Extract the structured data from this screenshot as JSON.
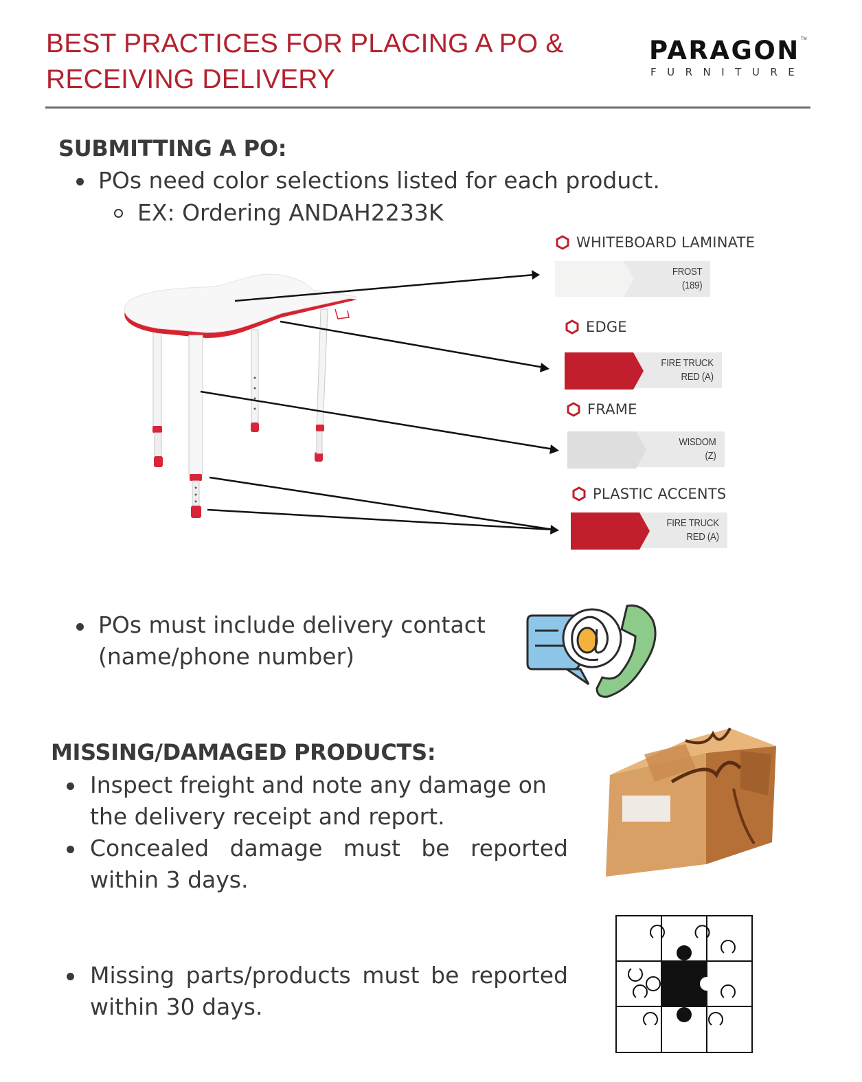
{
  "header": {
    "title_line1": "BEST PRACTICES FOR PLACING A PO &",
    "title_line2": "RECEIVING DELIVERY",
    "logo_word": "PARAGON",
    "logo_sub": "FURNITURE",
    "logo_tm": "TM"
  },
  "submitting": {
    "heading": "SUBMITTING A PO:",
    "bullet1": "POs need color selections listed for each product.",
    "sub_bullet": "EX: Ordering ANDAH2233K",
    "options": [
      {
        "label": "WHITEBOARD LAMINATE",
        "swatch_line1": "FROST",
        "swatch_line2": "(189)",
        "swatch_color": "#f1f1ef"
      },
      {
        "label": "EDGE",
        "swatch_line1": "FIRE TRUCK",
        "swatch_line2": "RED (A)",
        "swatch_color": "#c11f2e"
      },
      {
        "label": "FRAME",
        "swatch_line1": "WISDOM",
        "swatch_line2": "(Z)",
        "swatch_color": "#e0e0e0"
      },
      {
        "label": "PLASTIC ACCENTS",
        "swatch_line1": "FIRE TRUCK",
        "swatch_line2": "RED (A)",
        "swatch_color": "#c11f2e"
      }
    ],
    "bullet2_line1": "POs must include delivery contact",
    "bullet2_line2": "(name/phone number)"
  },
  "missing": {
    "heading": "MISSING/DAMAGED PRODUCTS:",
    "bullet1_line1": "Inspect freight and note any damage on",
    "bullet1_line2": "the delivery receipt and report.",
    "bullet2_line1": "Concealed damage must be reported",
    "bullet2_line2": "within 3 days.",
    "bullet3_line1": "Missing parts/products must be reported",
    "bullet3_line2": "within 30 days."
  },
  "icons": {
    "contact": "chat-email-phone-icon",
    "box": "damaged-box-icon",
    "puzzle": "missing-puzzle-piece-icon",
    "hexagon": "hexagon-outline-icon"
  },
  "colors": {
    "brand_red": "#b3222f",
    "accent_red": "#c11f2e",
    "text": "#3a3a3a"
  }
}
